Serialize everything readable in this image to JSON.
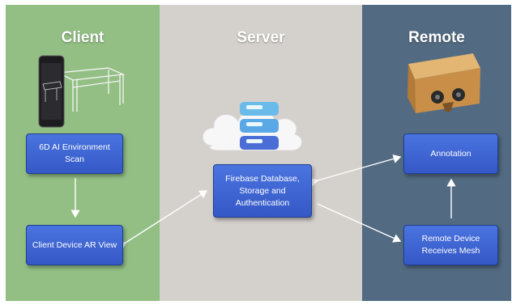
{
  "columns": {
    "client": {
      "title": "Client",
      "color": "#93bf85"
    },
    "server": {
      "title": "Server",
      "color": "#d4d0cc"
    },
    "remote": {
      "title": "Remote",
      "color": "#536b82"
    }
  },
  "nodes": {
    "scan": "6D AI Environment Scan",
    "client_ar": "Client Device AR View",
    "firebase": "Firebase Database, Storage and Authentication",
    "annotation": "Annotation",
    "remote_mesh": "Remote Device Receives Mesh"
  },
  "icons": [
    "phone-icon",
    "table-wireframe-icon",
    "cloud-database-icon",
    "vr-headset-icon"
  ]
}
